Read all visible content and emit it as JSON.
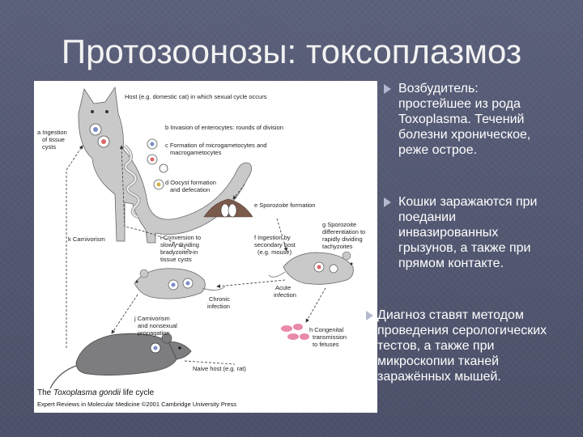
{
  "slide": {
    "title": "Протозоонозы: токсоплазмоз"
  },
  "figure": {
    "labels": {
      "host": "Host (e.g. domestic cat) in which sexual cycle occurs",
      "a1": "a Ingestion",
      "a2": "of tissue",
      "a3": "cysts",
      "b": "b Invasion of enterocytes: rounds of division",
      "c1": "c Formation of microgametocytes and",
      "c2": "macrogametocytes",
      "d1": "d Oocyst formation",
      "d2": "and defecation",
      "e": "e Sporozoite formation",
      "k": "k Carnivorism",
      "f1": "f Ingestion by",
      "f2": "secondary host",
      "f3": "(e.g. mouse)",
      "g1": "g Sporozoite",
      "g2": "differentiation to",
      "g3": "rapidly dividing",
      "g4": "tachyzoites",
      "i1": "i Conversion to",
      "i2": "slowly dividing",
      "i3": "bradyzoites in",
      "i4": "tissue cysts",
      "acute1": "Acute",
      "acute2": "infection",
      "chronic1": "Chronic",
      "chronic2": "infection",
      "j1": "j Carnivorism",
      "j2": "and nonsexual",
      "j3": "propagation",
      "h1": "h Congenital",
      "h2": "transmission",
      "h3": "to fetuses",
      "naive": "Naive host (e.g. rat)"
    },
    "caption_prefix": "The ",
    "caption_species": "Toxoplasma gondii",
    "caption_suffix": " life cycle",
    "credit": "Expert Reviews in Molecular Medicine ©2001 Cambridge University Press"
  },
  "bullets": [
    {
      "text": "Возбудитель: простейшее из рода Toxoplasma. Течений болезни хроническое, реже острое."
    },
    {
      "text": "Кошки заражаются при поедании инвазированных грызунов, а также при прямом контакте."
    },
    {
      "text": "Диагноз ставят методом проведения серологических тестов, а также при микроскопии тканей заражённых мышей."
    }
  ],
  "colors": {
    "background": "#555a74",
    "bullet": "#b4b9cf",
    "animal_gray": "#c9c9c9",
    "rat_dark": "#7d7d80",
    "embryo_pink": "#e98aa8"
  }
}
